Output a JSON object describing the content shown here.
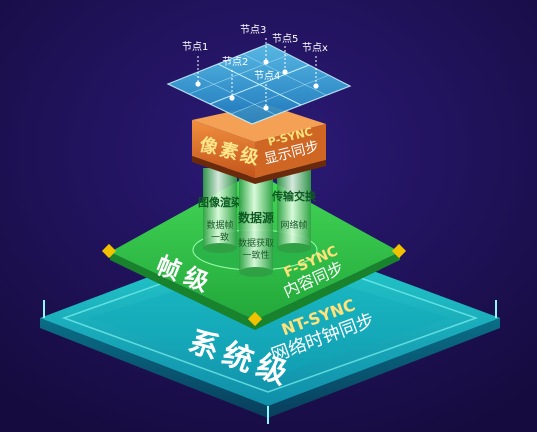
{
  "colors": {
    "background_center": "#2c1a78",
    "background_edge": "#150b3e",
    "system_tier": "#1ec4c8",
    "frame_tier": "#32c84a",
    "pixel_tier": "#e07a2c",
    "node_grid": "#2aa4d8",
    "glow": "#ffe066",
    "corner_accent": "#f2c200"
  },
  "tiers": {
    "pixel": {
      "title": "像素级",
      "sync_name": "P-SYNC",
      "sync_desc": "显示同步"
    },
    "frame": {
      "title": "帧级",
      "sync_name": "F-SYNC",
      "sync_desc": "内容同步"
    },
    "system": {
      "title": "系统级",
      "sync_name": "NT-SYNC",
      "sync_desc": "网络时钟同步"
    }
  },
  "nodes": [
    {
      "label": "节点1"
    },
    {
      "label": "节点2"
    },
    {
      "label": "节点3"
    },
    {
      "label": "节点4"
    },
    {
      "label": "节点5"
    },
    {
      "label": "节点x"
    }
  ],
  "pillars": [
    {
      "label": "图像渲染",
      "sub_line1": "数据帧",
      "sub_line2": "一致"
    },
    {
      "label": "数据源",
      "sub_line1": "数据获取",
      "sub_line2": "一致性"
    },
    {
      "label": "传输交换",
      "sub_line1": "网络帧",
      "sub_line2": ""
    }
  ],
  "icons": {
    "node_marker": "node-pin-icon",
    "corner_marker": "corner-accent-icon"
  }
}
